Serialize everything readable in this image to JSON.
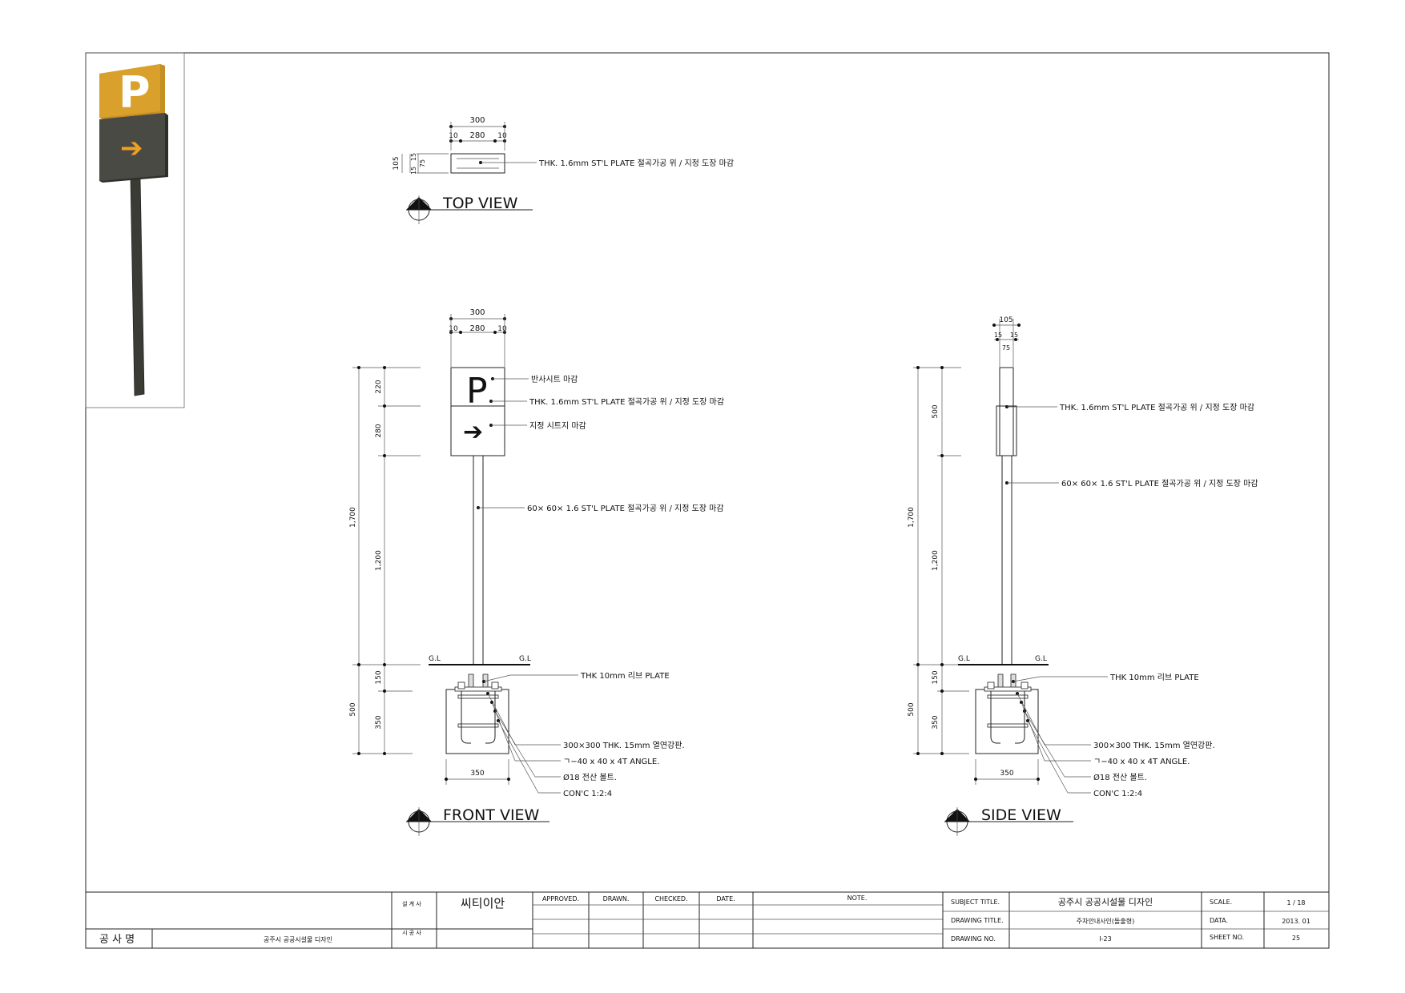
{
  "views": {
    "top": {
      "title": "TOP  VIEW"
    },
    "front": {
      "title": "FRONT  VIEW"
    },
    "side": {
      "title": "SIDE  VIEW"
    }
  },
  "sign": {
    "p_letter": "P",
    "arrow_glyph": "➔",
    "colors": {
      "top_panel": "#d9a12c",
      "arrow_panel": "#4a4a44",
      "arrow": "#f0a020",
      "pole": "#3b3b36"
    }
  },
  "dims": {
    "w300": "300",
    "w280": "280",
    "w10": "10",
    "d105": "105",
    "d15": "15",
    "d75": "75",
    "h220": "220",
    "h280": "280",
    "h1200": "1,200",
    "h1700": "1,700",
    "h150": "150",
    "h350": "350",
    "h500": "500",
    "side500": "500",
    "base350": "350"
  },
  "labels": {
    "gl": "G.L",
    "plate_top": "THK. 1.6mm ST'L PLATE 절곡가공 위 / 지정 도장 마감",
    "reflective": "반사시트 마감",
    "plate_front": "THK. 1.6mm ST'L PLATE 절곡가공 위 / 지정 도장 마감",
    "sheet": "지정 시트지 마감",
    "pole": "60× 60× 1.6 ST'L PLATE 절곡가공 위 / 지정 도장 마감",
    "rib": "THK 10mm 리브 PLATE",
    "base_plate": "300×300 THK. 15mm 열연강판.",
    "angle": "ㄱ−40 x 40 x 4T ANGLE.",
    "bolt": "Ø18 전산 볼트.",
    "conc": "CON'C 1:2:4"
  },
  "titleblock": {
    "designer_label": "설 계 사",
    "designer": "씨티이안",
    "builder_label": "시 공 사",
    "project_label": "공 사 명",
    "project": "공주시 공공시설물 디자인",
    "approved": "APPROVED.",
    "drawn": "DRAWN.",
    "checked": "CHECKED.",
    "date": "DATE.",
    "note": "NOTE.",
    "subject_label": "SUBJECT  TITLE.",
    "subject": "공주시 공공시설물 디자인",
    "drawing_title_label": "DRAWING TITLE.",
    "drawing_title": "주차안내사인(돌출형)",
    "drawing_no_label": "DRAWING NO.",
    "drawing_no": "I-23",
    "scale_label": "SCALE.",
    "scale": "1 / 18",
    "data_label": "DATA.",
    "data": "2013. 01",
    "sheet_label": "SHEET NO.",
    "sheet_no": "25"
  }
}
